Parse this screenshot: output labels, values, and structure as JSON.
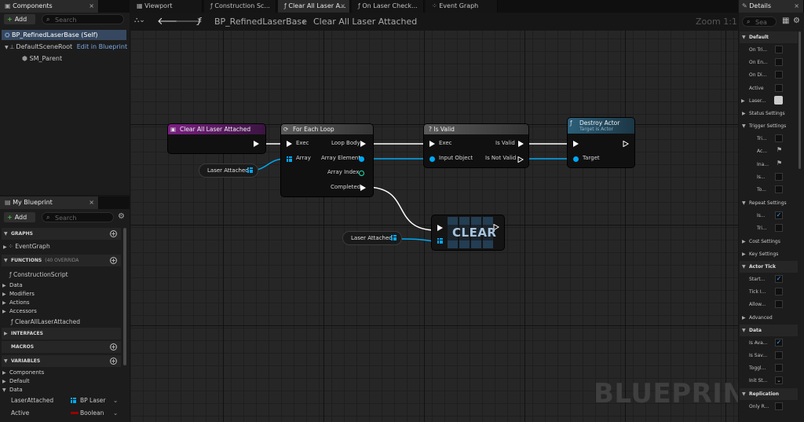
{
  "components": {
    "tab": "Components",
    "add": "Add",
    "search_placeholder": "Search",
    "root": "BP_RefinedLaserBase (Self)",
    "scene_root": "DefaultSceneRoot",
    "edit_link": "Edit in Blueprint",
    "child": "SM_Parent"
  },
  "my_blueprint": {
    "tab": "My Blueprint",
    "add": "Add",
    "search_placeholder": "Search",
    "graphs": "GRAPHS",
    "event_graph": "EventGraph",
    "functions": "FUNCTIONS",
    "functions_count": "(40 OVERRIDA",
    "construction_script": "ConstructionScript",
    "cats1": [
      "Data",
      "Modifiers",
      "Actions",
      "Accessors"
    ],
    "clear_fn": "ClearAllLaserAttached",
    "interfaces": "INTERFACES",
    "macros": "MACROS",
    "variables": "VARIABLES",
    "cats2": [
      "Components",
      "Default",
      "Data"
    ],
    "vars": [
      {
        "name": "LaserAttached",
        "type": "BP Laser"
      },
      {
        "name": "Active",
        "type": "Boolean"
      }
    ]
  },
  "tabs": {
    "viewport": "Viewport",
    "construction": "Construction Sc...",
    "clear": "Clear All Laser A...",
    "onlaser": "On Laser Check...",
    "event": "Event Graph"
  },
  "breadcrumb": {
    "bp": "BP_RefinedLaserBase",
    "fn": "Clear All Laser Attached",
    "zoom": "Zoom 1:1"
  },
  "nodes": {
    "entry": "Clear All Laser Attached",
    "foreach": "For Each Loop",
    "foreach_pins": {
      "exec": "Exec",
      "array": "Array",
      "loop_body": "Loop Body",
      "array_element": "Array Element",
      "array_index": "Array Index",
      "completed": "Completed"
    },
    "isvalid": "? Is Valid",
    "isvalid_pins": {
      "exec": "Exec",
      "input": "Input Object",
      "valid": "Is Valid",
      "notvalid": "Is Not Valid"
    },
    "destroy": "Destroy Actor",
    "destroy_sub": "Target is Actor",
    "destroy_target": "Target",
    "var1": "Laser Attached",
    "var2": "Laser Attached",
    "clear": "CLEAR",
    "watermark": "BLUEPRINT"
  },
  "details": {
    "tab": "Details",
    "search_placeholder": "Sea",
    "default": "Default",
    "default_rows": [
      "On Tri...",
      "On En...",
      "On Di...",
      "Active",
      "Laser..."
    ],
    "status": "Status Settings",
    "trigger": "Trigger Settings",
    "trigger_rows": [
      "Tri...",
      "Ac...",
      "Ina...",
      "Is...",
      "To..."
    ],
    "repeat": "Repeat Settings",
    "repeat_rows": [
      "Is...",
      "Tri..."
    ],
    "cost": "Cost Settings",
    "key": "Key Settings",
    "actor_tick": "Actor Tick",
    "tick_rows": [
      "Start...",
      "Tick I...",
      "Allow..."
    ],
    "advanced": "Advanced",
    "data": "Data",
    "data_rows": [
      "Is Ava...",
      "Is Sav...",
      "Toggl...",
      "Init St..."
    ],
    "replication": "Replication",
    "only": "Only R..."
  },
  "colors": {
    "entry_header": "#7a1f82",
    "foreach_header": "#555555",
    "isvalid_header": "#555555",
    "destroy_header": "#2c5f7a",
    "pin_object": "#00a8f3",
    "pin_int": "#1fe3af",
    "checkbox": "#3fa3ff"
  }
}
